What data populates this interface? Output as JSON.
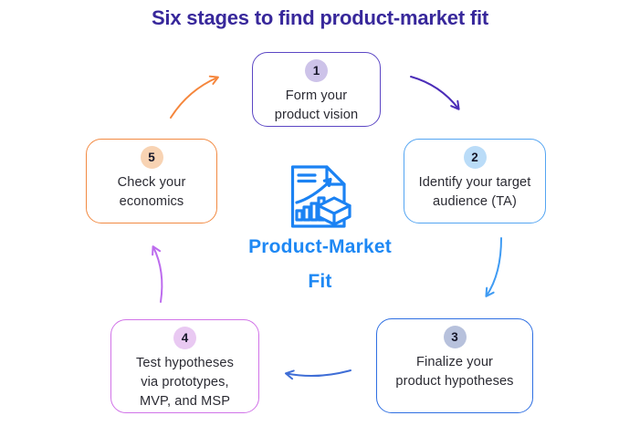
{
  "title": {
    "text": "Six stages to find product-market fit",
    "color": "#38289b"
  },
  "center": {
    "icon": "document-bar-chart-cube-icon",
    "icon_color": "#1b82f3",
    "label": "Product-Market\nFit",
    "color": "#1e88f4"
  },
  "stages": [
    {
      "number": "1",
      "label": "Form your\nproduct vision",
      "border_color": "#5b46c4",
      "badge_color": "#cdc3e9"
    },
    {
      "number": "2",
      "label": "Identify your target\naudience (TA)",
      "border_color": "#54a5f2",
      "badge_color": "#badcf8"
    },
    {
      "number": "3",
      "label": "Finalize your\nproduct hypotheses",
      "border_color": "#2e6fe2",
      "badge_color": "#b7c1dc"
    },
    {
      "number": "4",
      "label": "Test hypotheses\nvia prototypes,\nMVP, and MSP",
      "border_color": "#d173e8",
      "badge_color": "#e9c9f2"
    },
    {
      "number": "5",
      "label": "Check your\neconomics",
      "border_color": "#f28a42",
      "badge_color": "#f8d3b3"
    }
  ],
  "arrows": [
    {
      "from": "1",
      "to": "2",
      "color": "#4b2db8"
    },
    {
      "from": "2",
      "to": "3",
      "color": "#3f9bf3"
    },
    {
      "from": "3",
      "to": "4",
      "color": "#3f6ed6"
    },
    {
      "from": "4",
      "to": "5",
      "color": "#bd6cee"
    },
    {
      "from": "5",
      "to": "1",
      "color": "#f5863c"
    }
  ]
}
